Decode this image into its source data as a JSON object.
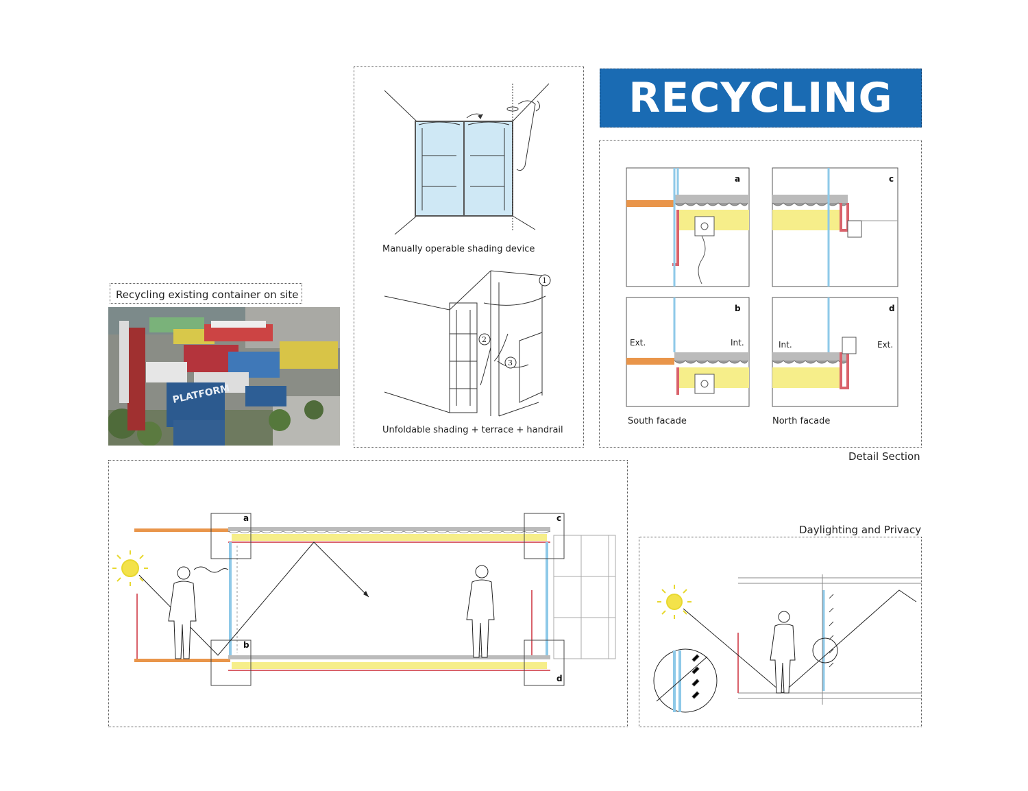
{
  "banner": {
    "title": "RECYCLING",
    "color": "#1a6bb3"
  },
  "photo": {
    "caption": "Recycling existing container on site",
    "sign_text": "PLATFORM"
  },
  "shading_panel": {
    "caption_top": "Manually operable shading device",
    "caption_bottom": "Unfoldable shading + terrace + handrail",
    "steps": [
      "1",
      "2",
      "3"
    ]
  },
  "detail_panel": {
    "details": [
      {
        "id": "a"
      },
      {
        "id": "c"
      },
      {
        "id": "b",
        "left_label": "Ext.",
        "right_label": "Int."
      },
      {
        "id": "d",
        "left_label": "Int.",
        "right_label": "Ext."
      }
    ],
    "south_caption": "South facade",
    "north_caption": "North facade",
    "panel_title": "Detail Section"
  },
  "section_panel": {
    "markers": [
      "a",
      "b",
      "c",
      "d"
    ]
  },
  "daylight_panel": {
    "title": "Daylighting and Privacy"
  },
  "colors": {
    "insulation": "#f6ee8a",
    "frame": "#d9626b",
    "timber": "#e9954a",
    "glass": "#8ec9e8",
    "sun": "#f3e24a"
  }
}
